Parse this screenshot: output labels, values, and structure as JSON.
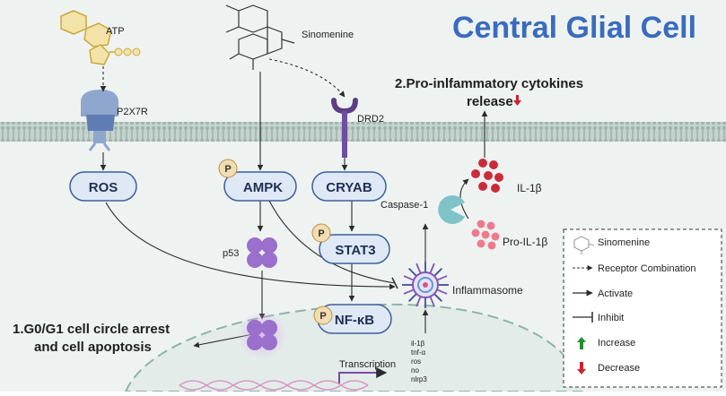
{
  "title": "Central Glial Cell",
  "colors": {
    "background": "#eef3f1",
    "title_blue": "#3a6bbf",
    "node_fill": "#dfe9f6",
    "node_stroke": "#3d5f9c",
    "phospho_fill": "#f2ddb0",
    "p53_purple": "#9b6fcc",
    "il1b_red": "#cc2a3a",
    "pro_il1b_pink": "#ee7b8d",
    "caspase_teal": "#7fc3c9",
    "increase_green": "#2a8a34",
    "decrease_red": "#cc2330"
  },
  "molecules": {
    "atp": "ATP",
    "sinomenine": "Sinomenine",
    "p2x7r": "P2X7R",
    "drd2": "DRD2"
  },
  "nodes": {
    "ros": "ROS",
    "ampk": "AMPK",
    "cryab": "CRYAB",
    "stat3": "STAT3",
    "nfkb": "NF-κB",
    "phospho": "P"
  },
  "labels": {
    "p53": "p53",
    "inflammasome": "Inflammasome",
    "caspase1": "Caspase-1",
    "il1b": "IL-1β",
    "pro_il1b": "Pro-IL-1β",
    "transcription": "Transcription"
  },
  "outcomes": {
    "arrest_line1": "1.G0/G1 cell circle arrest",
    "arrest_line2": "and cell apoptosis",
    "cytokine_line1": "2.Pro-inlfammatory cytokines",
    "cytokine_line2": "release"
  },
  "genes": [
    "il-1β",
    "tnf-α",
    "ros",
    "no",
    "nlrp3"
  ],
  "legend": {
    "sinomenine": "Sinomenine",
    "receptor": "Receptor Combination",
    "activate": "Activate",
    "inhibit": "Inhibit",
    "increase": "Increase",
    "decrease": "Decrease"
  }
}
